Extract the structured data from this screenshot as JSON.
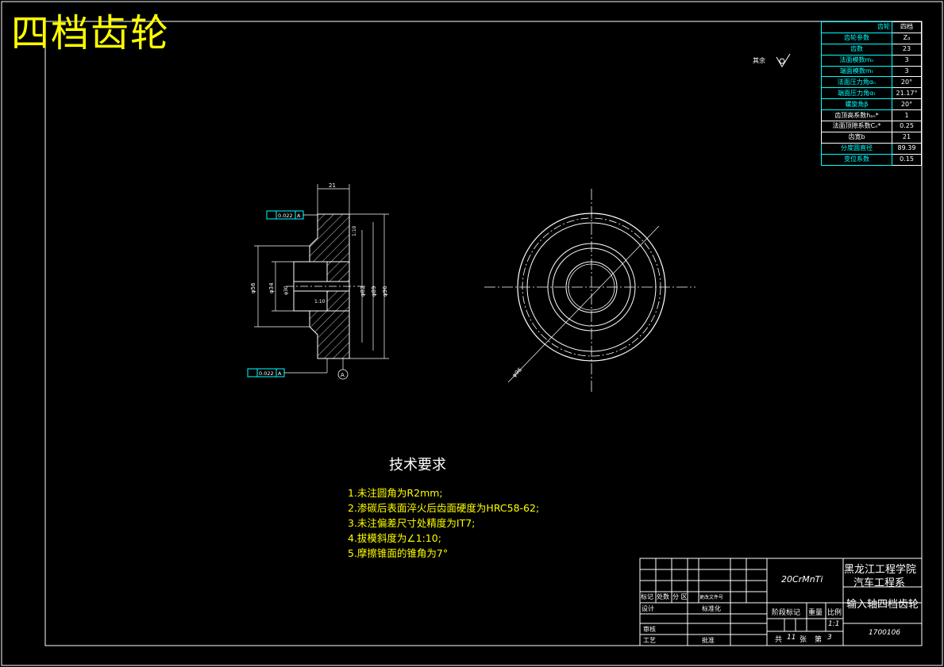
{
  "title": "四档齿轮",
  "surface_note": "其余",
  "param_table": {
    "header_gear": "齿轮",
    "header_params": "齿轮参数",
    "header_value": "四档",
    "rows": [
      {
        "label": "齿轮参数",
        "value": "Z₄",
        "cyan": true
      },
      {
        "label": "齿数",
        "value": "23",
        "cyan": true
      },
      {
        "label": "法面模数mₙ",
        "value": "3",
        "cyan": true
      },
      {
        "label": "端面模数mₜ",
        "value": "3",
        "cyan": true
      },
      {
        "label": "法面压力角αₙ",
        "value": "20°",
        "cyan": true
      },
      {
        "label": "端面压力角αₜ",
        "value": "21.17°",
        "cyan": true
      },
      {
        "label": "螺旋角β",
        "value": "20°",
        "cyan": true
      },
      {
        "label": "齿顶高系数hₐₙ*",
        "value": "1",
        "cyan": false
      },
      {
        "label": "法面顶隙系数Cₙ*",
        "value": "0.25",
        "cyan": false
      },
      {
        "label": "齿宽b",
        "value": "21",
        "cyan": false
      },
      {
        "label": "分度圆直径",
        "value": "89.39",
        "cyan": true
      },
      {
        "label": "变位系数",
        "value": "0.15",
        "cyan": true
      }
    ]
  },
  "section_view": {
    "width_dim": "21",
    "tolerance_top": "0.022",
    "tolerance_bottom": "0.022",
    "datum": "A",
    "dia_56": "φ56",
    "dia_34": "φ34",
    "dia_30": "φ30",
    "dia_82": "φ82",
    "dia_89": "φ89",
    "dia_96": "φ96",
    "angle_top": "1:10",
    "angle_bottom": "1:10"
  },
  "front_view": {
    "dia_label": "φ96"
  },
  "tech_requirements": {
    "heading": "技术要求",
    "items": [
      "1.未注圆角为R2mm;",
      "2.渗碳后表面淬火后齿面硬度为HRC58-62;",
      "3.未注偏差尺寸处精度为IT7;",
      "4.拔模斜度为∠1:10;",
      "5.摩擦锥面的锥角为7°"
    ]
  },
  "title_block": {
    "material": "20CrMnTi",
    "school": "黑龙江工程学院",
    "department": "汽车工程系",
    "part_name": "输入轴四档齿轮",
    "drawing_no": "1700106",
    "labels": {
      "mark": "标记",
      "count": "处数",
      "zone": "分 区",
      "doc_no": "更改文件号",
      "design": "设计",
      "standard": "标准化",
      "review": "审核",
      "process": "工艺",
      "approve": "批准",
      "stage": "阶段标记",
      "weight": "重量",
      "scale": "比例",
      "scale_value": "1:1",
      "total": "共",
      "sheets_total": "11",
      "sheet_word": "张",
      "page_word": "第",
      "page_no": "3"
    }
  }
}
